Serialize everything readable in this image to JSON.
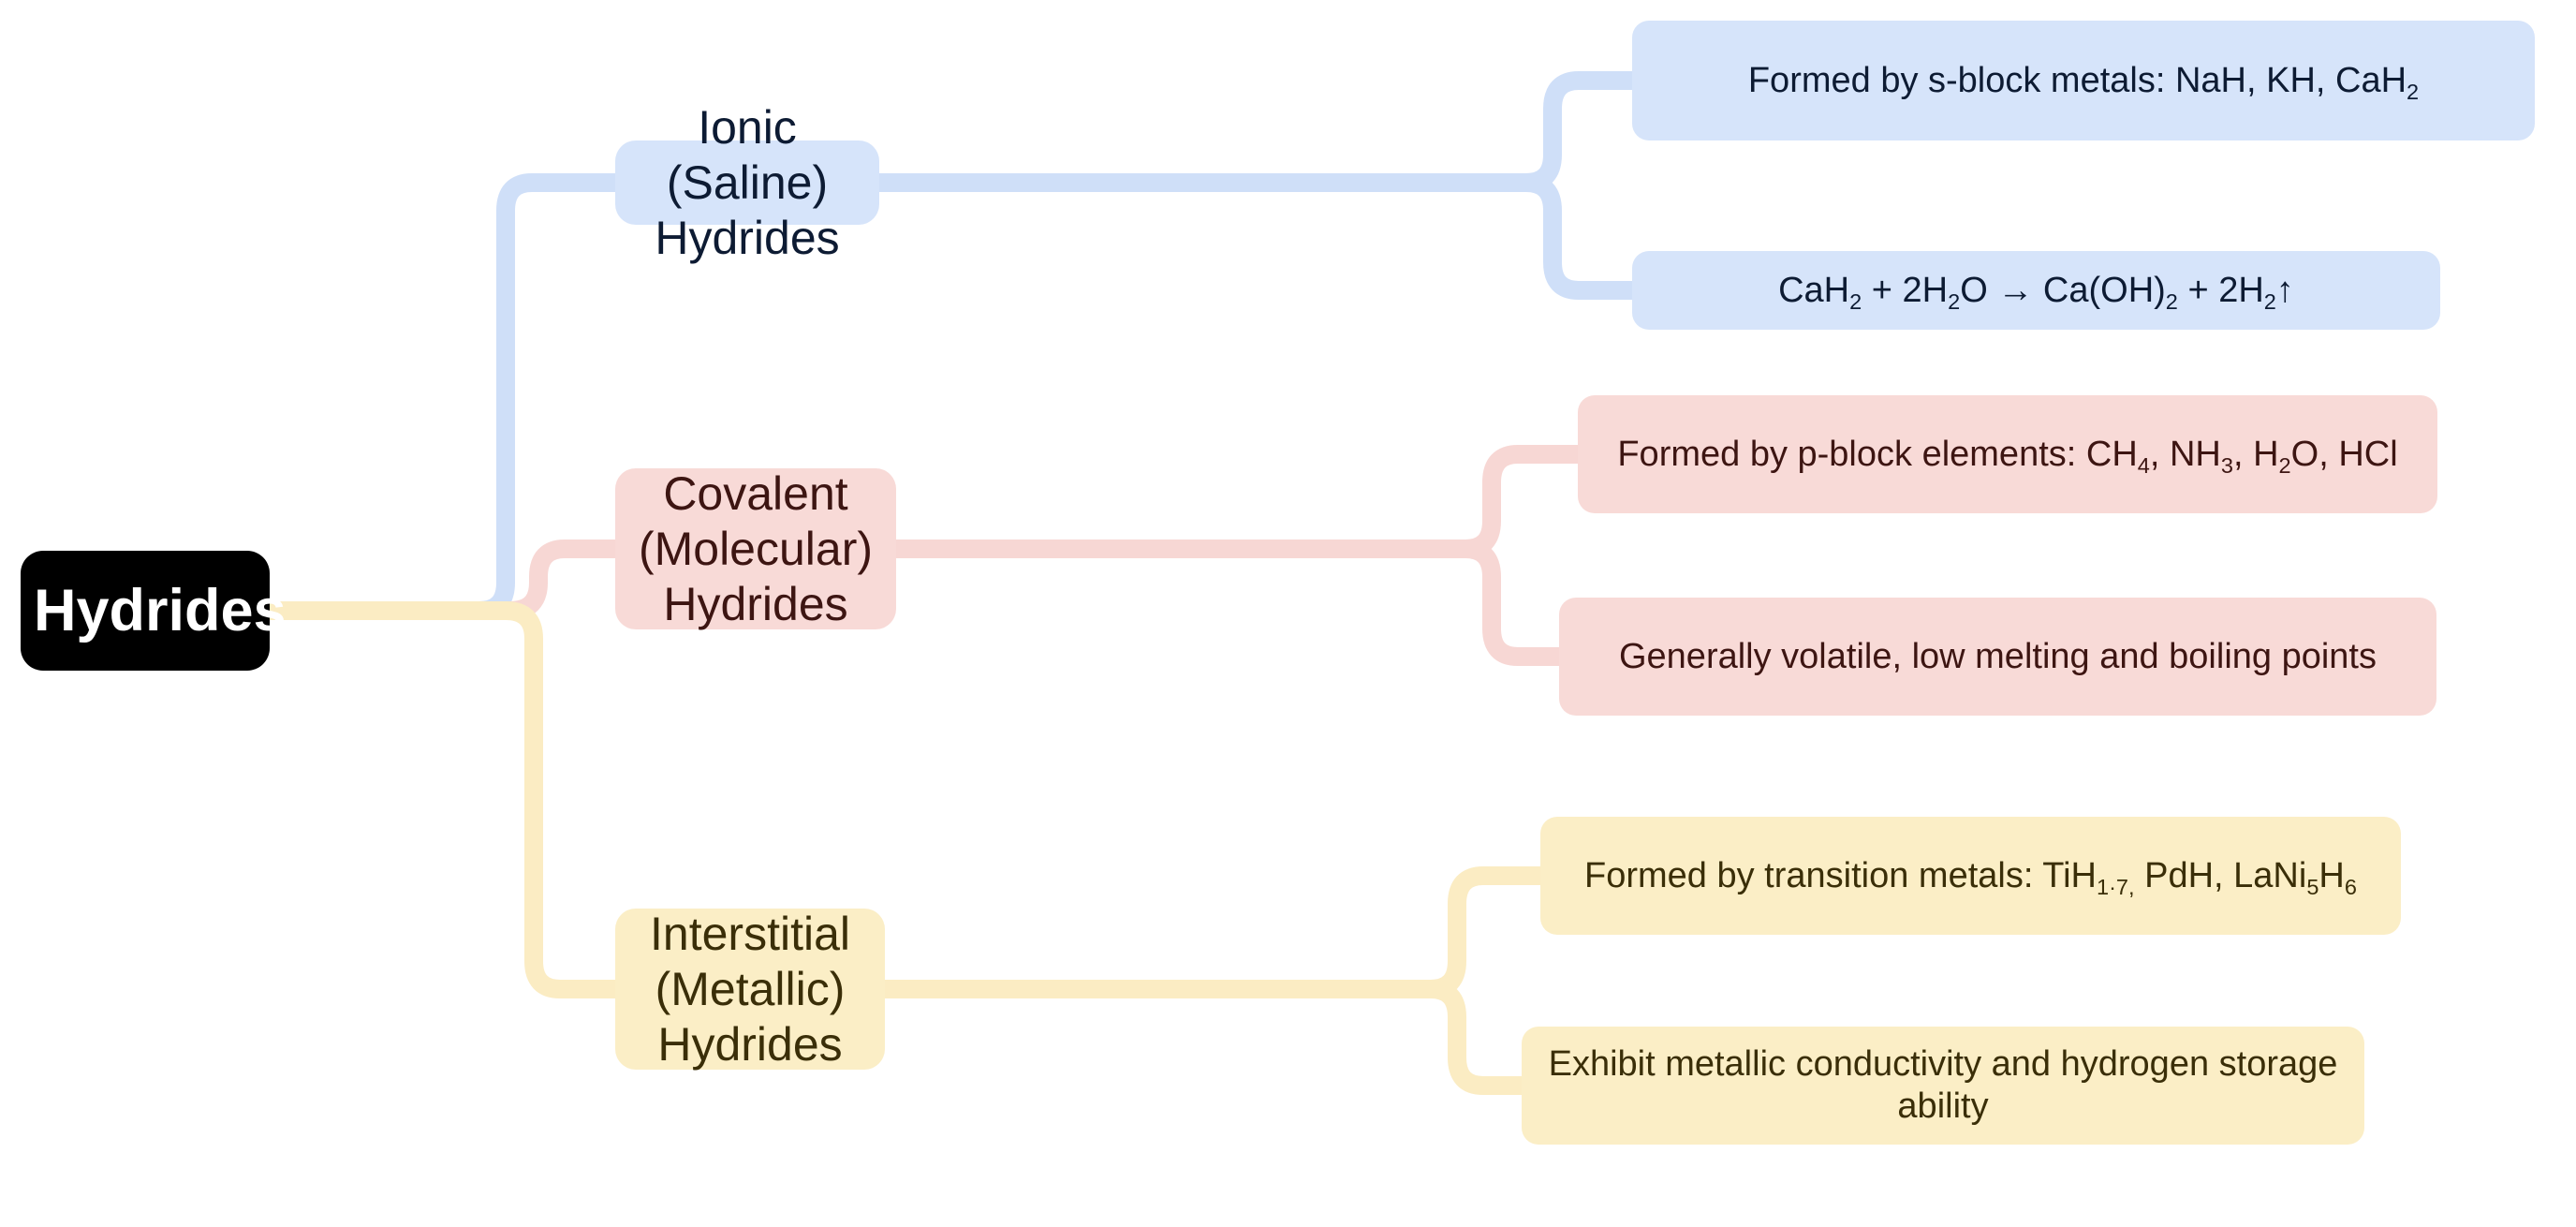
{
  "diagram": {
    "type": "mind-map",
    "title": "Hydrides",
    "colors": {
      "root_background": "#000000",
      "root_text": "#ffffff",
      "ionic_fill": "#d6e4fa",
      "ionic_text": "#0d1b33",
      "covalent_fill": "#f8dad7",
      "covalent_text": "#3d1512",
      "interstitial_fill": "#fbeec6",
      "interstitial_text": "#3a2e08",
      "canvas": "#ffffff"
    }
  },
  "root": {
    "label": "Hydrides"
  },
  "branches": [
    {
      "id": "ionic",
      "label": "Ionic (Saline) Hydrides",
      "color": "#d6e4fa",
      "leaves": [
        {
          "id": "ionic-1",
          "text": "Formed by s-block metals: NaH, KH, CaH2",
          "html": "Formed by s-block metals: NaH, KH, CaH<sub>2</sub>"
        },
        {
          "id": "ionic-2",
          "text": "CaH2 + 2H2O → Ca(OH)2 + 2H2↑",
          "html": "CaH<sub>2</sub> + 2H<sub>2</sub>O → Ca(OH)<sub>2</sub> + 2H<sub>2</sub>↑"
        }
      ]
    },
    {
      "id": "covalent",
      "label": "Covalent (Molecular) Hydrides",
      "color": "#f8dad7",
      "leaves": [
        {
          "id": "covalent-1",
          "text": "Formed by p-block elements: CH4, NH3, H2O, HCl",
          "html": "Formed by p-block elements: CH<sub>4</sub>, NH<sub>3</sub>, H<sub>2</sub>O, HCl"
        },
        {
          "id": "covalent-2",
          "text": "Generally volatile, low melting and boiling points",
          "html": "Generally volatile, low melting and boiling points"
        }
      ]
    },
    {
      "id": "interstitial",
      "label": "Interstitial (Metallic) Hydrides",
      "color": "#fbeec6",
      "leaves": [
        {
          "id": "interstitial-1",
          "text": "Formed by transition metals: TiH1.7, PdH, LaNi5H6",
          "html": "Formed by transition metals: TiH<sub>1·7</sub><sub>,</sub> PdH, LaNi<sub>5</sub>H<sub>6</sub>"
        },
        {
          "id": "interstitial-2",
          "text": "Exhibit metallic conductivity and hydrogen storage ability",
          "html": "Exhibit metallic conductivity and hydrogen storage ability"
        }
      ]
    }
  ]
}
